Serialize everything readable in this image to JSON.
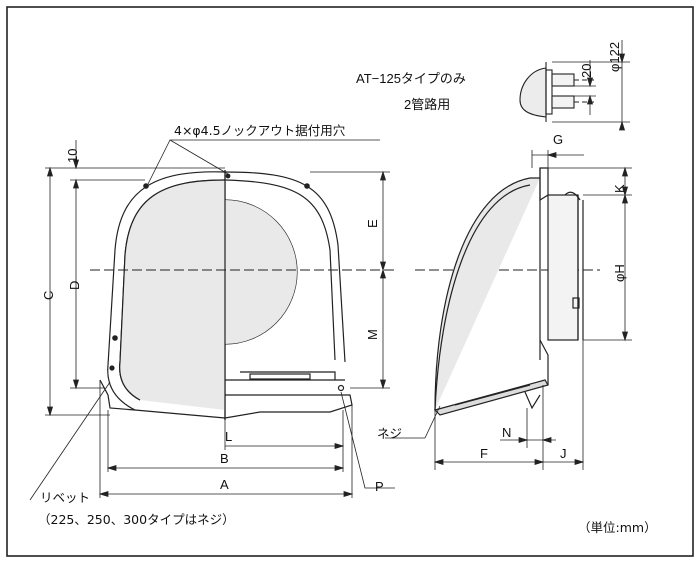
{
  "dimensions": {
    "A": "A",
    "B": "B",
    "C": "C",
    "D": "D",
    "E": "E",
    "F": "F",
    "G": "G",
    "H": "φH",
    "J": "J",
    "K": "K",
    "L": "L",
    "M": "M",
    "N": "N",
    "P": "P",
    "ten": "10",
    "twenty": "20",
    "phi122": "φ122"
  },
  "notes": {
    "knockout": "4×φ4.5ノックアウト据付用穴",
    "at125_line1": "AT−125タイプのみ",
    "at125_line2": "2管路用",
    "rivet": "リベット",
    "rivet_sub": "（225、250、300タイプはネジ）",
    "screw": "ネジ",
    "unit": "（単位:mm）"
  }
}
